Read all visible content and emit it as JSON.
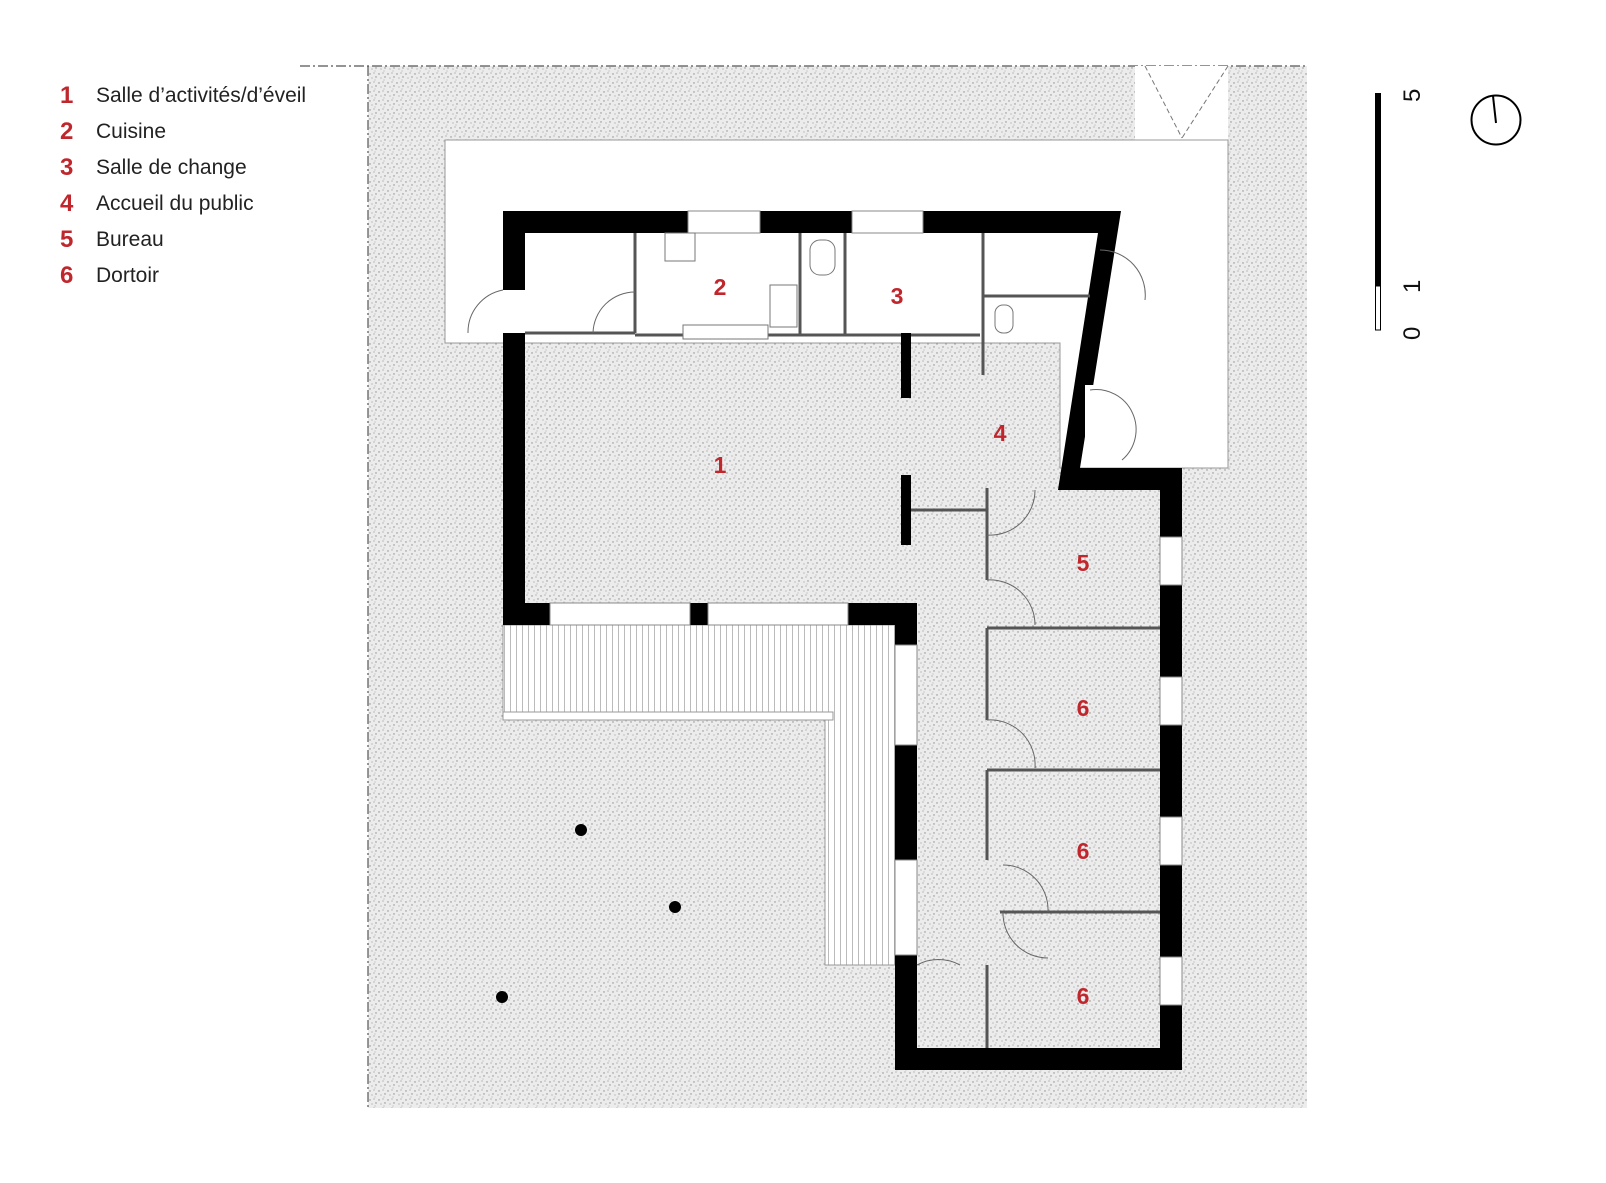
{
  "legend": [
    {
      "number": "1",
      "label": "Salle d’activités/d’éveil"
    },
    {
      "number": "2",
      "label": "Cuisine"
    },
    {
      "number": "3",
      "label": "Salle de change"
    },
    {
      "number": "4",
      "label": "Accueil du public"
    },
    {
      "number": "5",
      "label": "Bureau"
    },
    {
      "number": "6",
      "label": "Dortoir"
    }
  ],
  "rooms": [
    "1",
    "2",
    "3",
    "4",
    "5",
    "6",
    "6",
    "6"
  ],
  "scale_bar": {
    "labels": [
      "0",
      "1",
      "5"
    ]
  },
  "colors": {
    "label_red": "#c0272d",
    "wall": "#000000",
    "ground": "#d9d9d9"
  }
}
